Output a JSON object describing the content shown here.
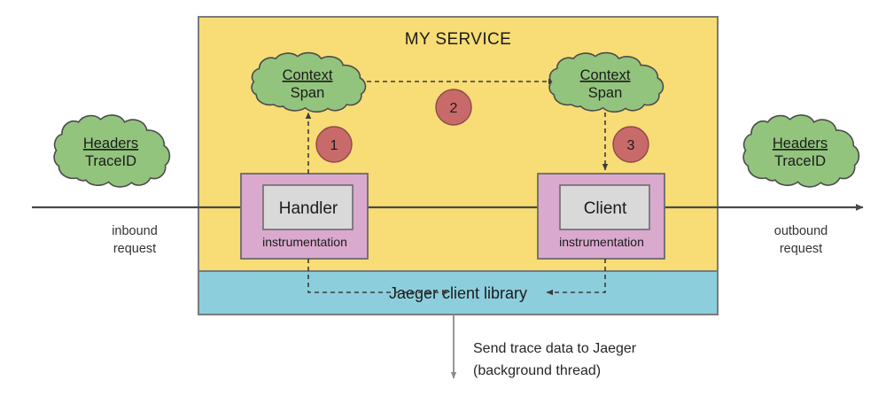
{
  "diagram": {
    "title": "MY SERVICE",
    "service_box": {
      "fill": "#f8dc75",
      "stroke": "#7a7a7a"
    },
    "library_bar": {
      "label": "Jaeger client library",
      "fill": "#8dcedd",
      "stroke": "#7a7a7a"
    },
    "clouds": {
      "fill": "#93c47d",
      "stroke": "#4c4c4c",
      "inbound": {
        "line1": "Headers",
        "line2": "TraceID"
      },
      "outbound": {
        "line1": "Headers",
        "line2": "TraceID"
      },
      "context_left": {
        "line1": "Context",
        "line2": "Span"
      },
      "context_right": {
        "line1": "Context",
        "line2": "Span"
      }
    },
    "instrumentation_blocks": [
      {
        "name": "Handler",
        "sublabel": "instrumentation",
        "fill": "#d9a9ce",
        "inner_fill": "#d9d9d9"
      },
      {
        "name": "Client",
        "sublabel": "instrumentation",
        "fill": "#d9a9ce",
        "inner_fill": "#d9d9d9"
      }
    ],
    "step_markers": {
      "fill": "#c96a6a",
      "stroke": "#8c4a4a",
      "items": [
        {
          "number": "1"
        },
        {
          "number": "2"
        },
        {
          "number": "3"
        }
      ]
    },
    "edge_labels": {
      "inbound": {
        "line1": "inbound",
        "line2": "request"
      },
      "outbound": {
        "line1": "outbound",
        "line2": "request"
      }
    },
    "footer_note": {
      "line1": "Send trace data to Jaeger",
      "line2": "(background thread)"
    }
  }
}
